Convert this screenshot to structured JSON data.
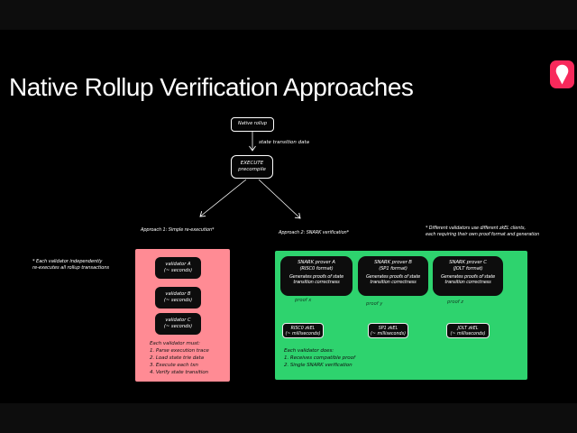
{
  "slide": {
    "title": "Native Rollup Verification Approaches"
  },
  "logo": {
    "label": "ice-cream logo",
    "color": "#f8295b"
  },
  "flowchart": {
    "root": "Native rollup",
    "edge_label": "state transition data",
    "precompile": {
      "line1": "EXECUTE",
      "line2": "precompile"
    }
  },
  "approach1": {
    "heading": "Approach 1: Simple re-execution*",
    "note": [
      "* Each validator independently",
      "re-executes all rollup transactions"
    ],
    "panel_color": "#ff8b94",
    "validators": [
      {
        "name": "validator A",
        "time": "(~ seconds)"
      },
      {
        "name": "validator B",
        "time": "(~ seconds)"
      },
      {
        "name": "validator C",
        "time": "(~ seconds)"
      }
    ],
    "checklist": [
      "Each validator must:",
      "1. Parse execution trace",
      "2. Load state trie data",
      "3. Execute each txn",
      "4. Verify state transition"
    ]
  },
  "approach2": {
    "heading": "Approach 2: SNARK verification*",
    "note": [
      "* Different validators use different zkEL clients,",
      "each requiring their own proof format and generation"
    ],
    "panel_color": "#2ed36e",
    "provers": [
      {
        "name": "SNARK prover A",
        "format": "(RISC0 format)",
        "desc1": "Generates proofs of state",
        "desc2": "transition correctness",
        "proof": "proof x",
        "verifier": "RISC0 zkEL",
        "latency": "(~ milliseconds)"
      },
      {
        "name": "SNARK prover B",
        "format": "(SP1 format)",
        "desc1": "Generates proofs of state",
        "desc2": "transition correctness",
        "proof": "proof y",
        "verifier": "SP1 zkEL",
        "latency": "(~ milliseconds)"
      },
      {
        "name": "SNARK prover C",
        "format": "(JOLT format)",
        "desc1": "Generates proofs of state",
        "desc2": "transition correctness",
        "proof": "proof z",
        "verifier": "JOLT zkEL",
        "latency": "(~ milliseconds)"
      }
    ],
    "checklist": [
      "Each validator does:",
      "1. Receives compatible proof",
      "2. Single SNARK verification"
    ]
  }
}
